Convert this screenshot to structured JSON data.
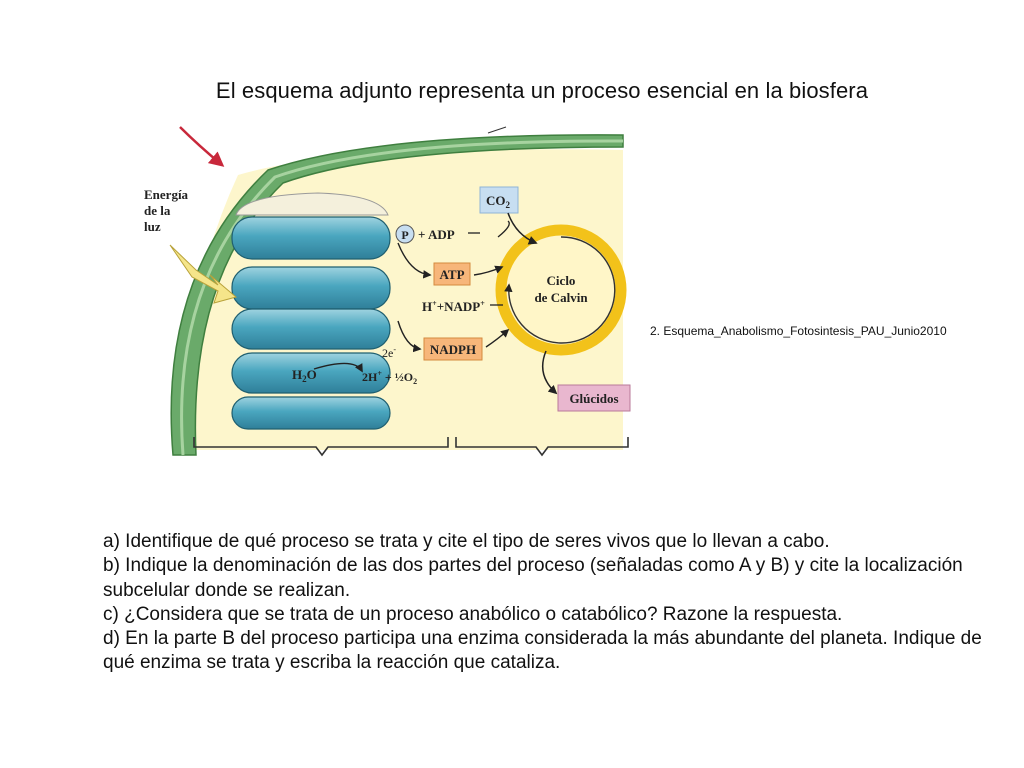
{
  "slide": {
    "title": "El esquema adjunto representa un proceso esencial en la biosfera",
    "caption": "2. Esquema_Anabolismo_Fotosintesis_PAU_Junio2010"
  },
  "diagram": {
    "light_label_1": "Energía",
    "light_label_2": "de la",
    "light_label_3": "luz",
    "co2": "CO",
    "co2_sub": "2",
    "p_circle": "P",
    "p_adp": "+ ADP",
    "atp": "ATP",
    "h_nadp": "H",
    "h_nadp_sup": "+",
    "h_nadp_rest": "+NADP",
    "h_nadp_sup2": "+",
    "two_e": "2e",
    "two_e_sup": "-",
    "nadph": "NADPH",
    "h2o": "H",
    "h2o_sub": "2",
    "h2o_o": "O",
    "products": "2H",
    "products_sup": "+",
    "products_rest": " + ½O",
    "products_sub": "2",
    "cycle_1": "Ciclo",
    "cycle_2": "de Calvin",
    "glucidos": "Glúcidos",
    "colors": {
      "thylakoid": "#4aa6bf",
      "thylakoid_dark": "#2f7f99",
      "stroma": "#fdf6cc",
      "membrane": "#6aaa6a",
      "calvin_ring": "#f2c21a",
      "atp_box": "#f7b67a",
      "glucidos_box": "#e9b7cf",
      "co2_box": "#c7def1",
      "light_arrow": "#f5e58a",
      "red_arrow": "#c8283b"
    }
  },
  "questions": [
    "a) Identifique de qué proceso se trata y cite el tipo de seres vivos que lo llevan a cabo.",
    "b) Indique la denominación de las dos partes del proceso (señaladas como A y B) y cite la localización subcelular donde se realizan.",
    "c) ¿Considera que se trata de un proceso anabólico o catabólico? Razone la respuesta.",
    "d) En la parte B del proceso participa una enzima considerada la más abundante del planeta. Indique de qué enzima se trata y escriba la reacción que cataliza."
  ]
}
